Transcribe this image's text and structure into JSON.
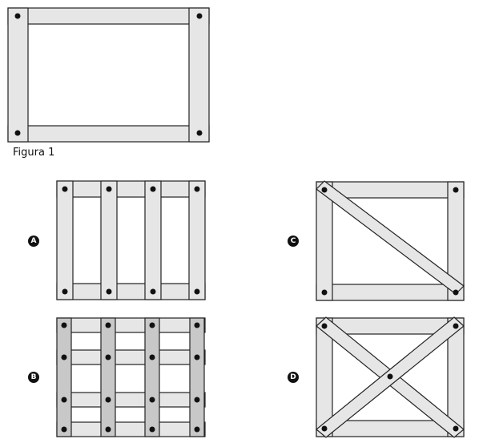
{
  "figure_caption": "Figura 1",
  "options": [
    {
      "letter": "A"
    },
    {
      "letter": "B"
    },
    {
      "letter": "C"
    },
    {
      "letter": "D"
    }
  ],
  "colors": {
    "beam_fill": "#e6e6e6",
    "beam_dark": "#c8c8c8",
    "stroke": "#222222",
    "nail": "#111111"
  }
}
